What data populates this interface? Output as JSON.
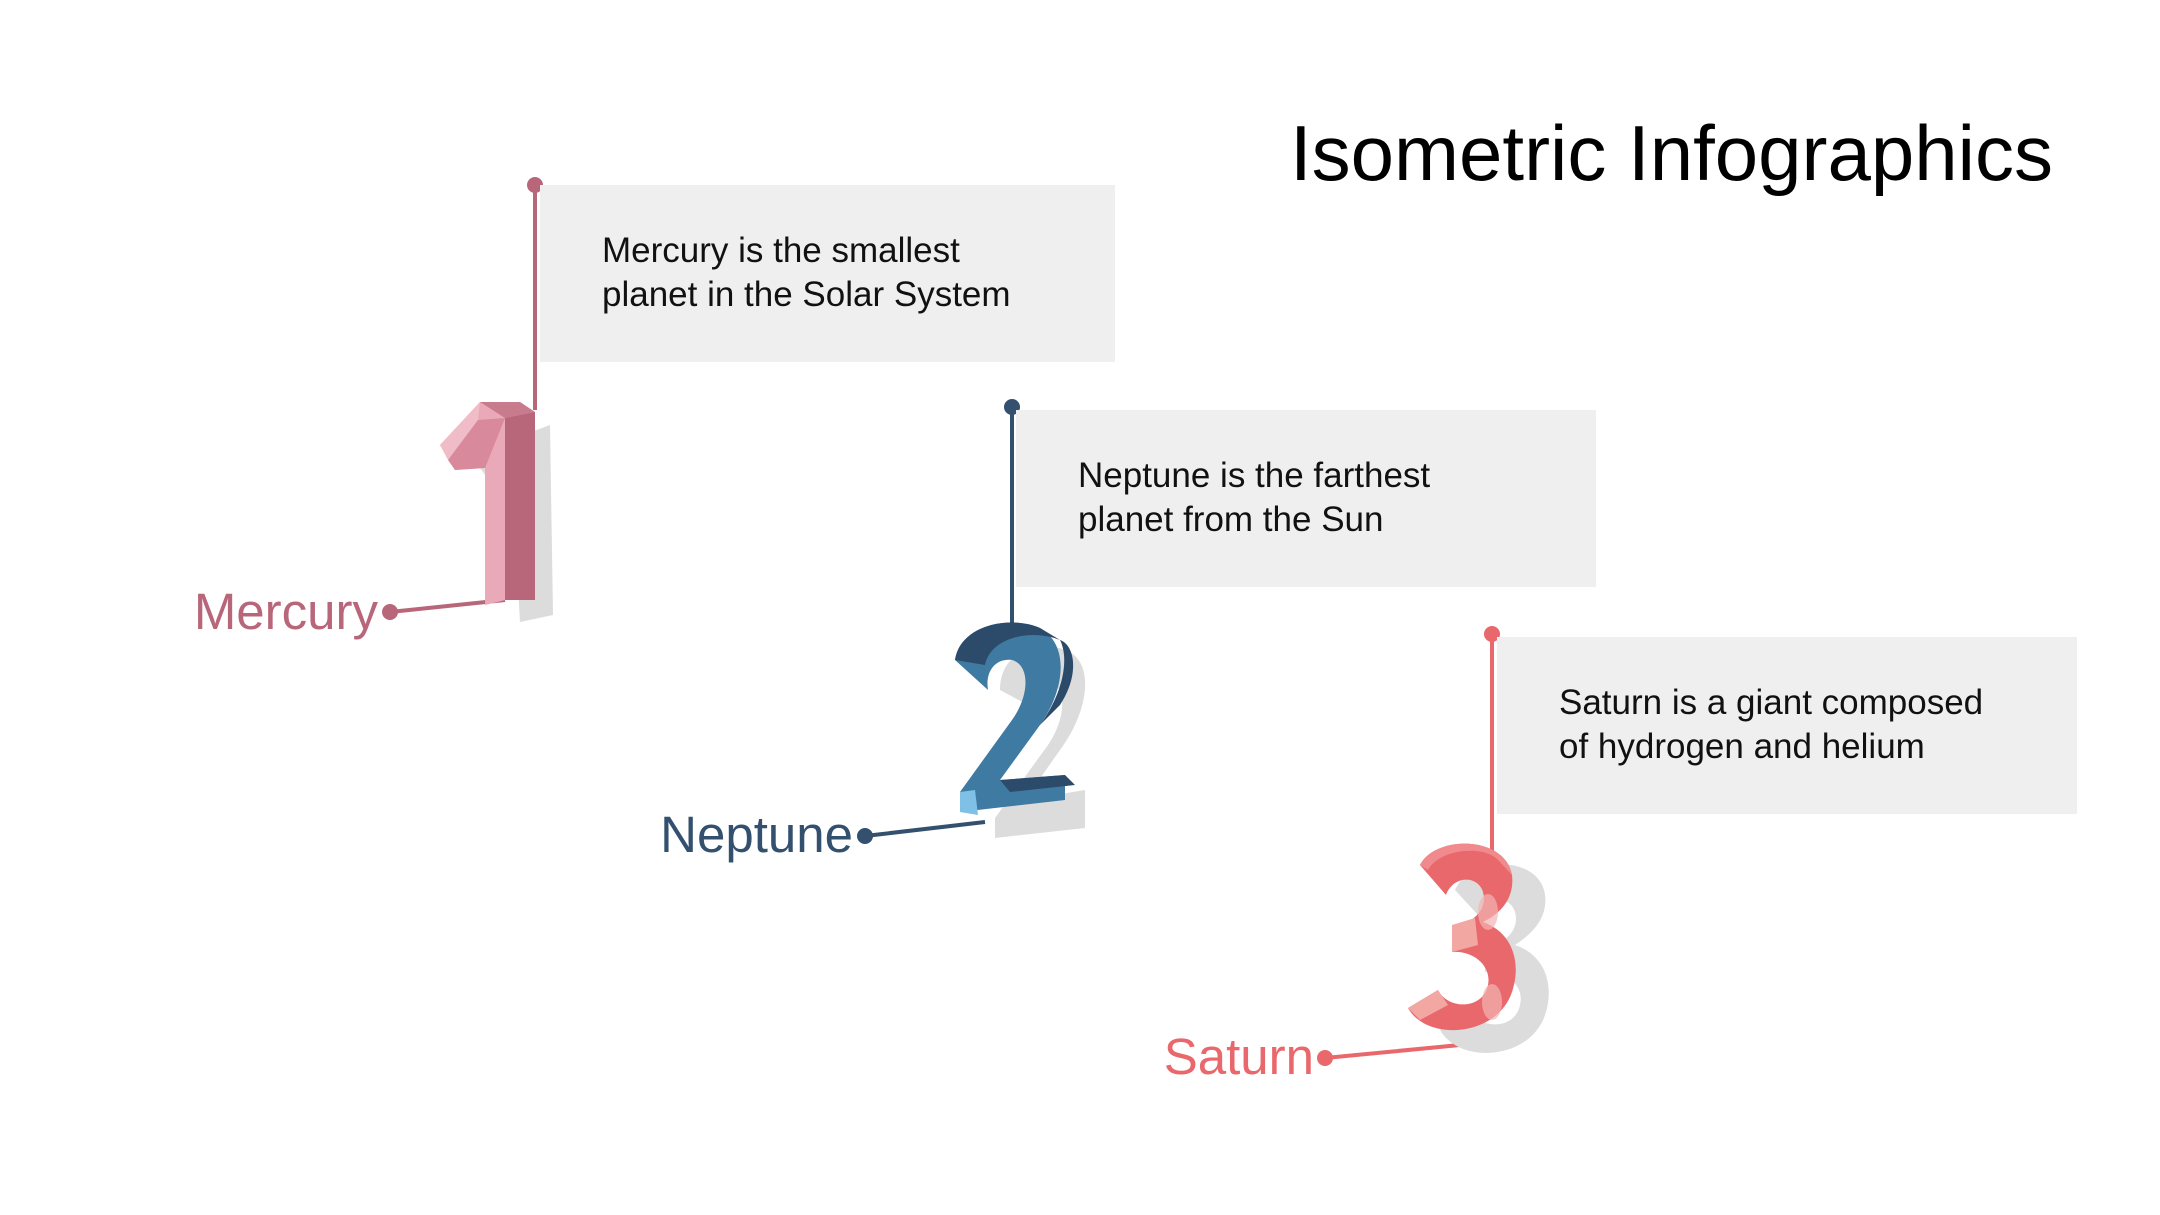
{
  "title": "Isometric Infographics",
  "colors": {
    "background": "#ffffff",
    "box": "#efefef",
    "mercury": "#b8677a",
    "neptune": "#34506f",
    "saturn": "#e8686c",
    "digit_shadow": "#dcdcdc"
  },
  "steps": [
    {
      "number": "1",
      "label": "Mercury",
      "description_lines": [
        "Mercury is the smallest",
        "planet in the Solar System"
      ]
    },
    {
      "number": "2",
      "label": "Neptune",
      "description_lines": [
        "Neptune is the farthest",
        "planet from the Sun"
      ]
    },
    {
      "number": "3",
      "label": "Saturn",
      "description_lines": [
        "Saturn is a giant composed",
        "of hydrogen and helium"
      ]
    }
  ]
}
